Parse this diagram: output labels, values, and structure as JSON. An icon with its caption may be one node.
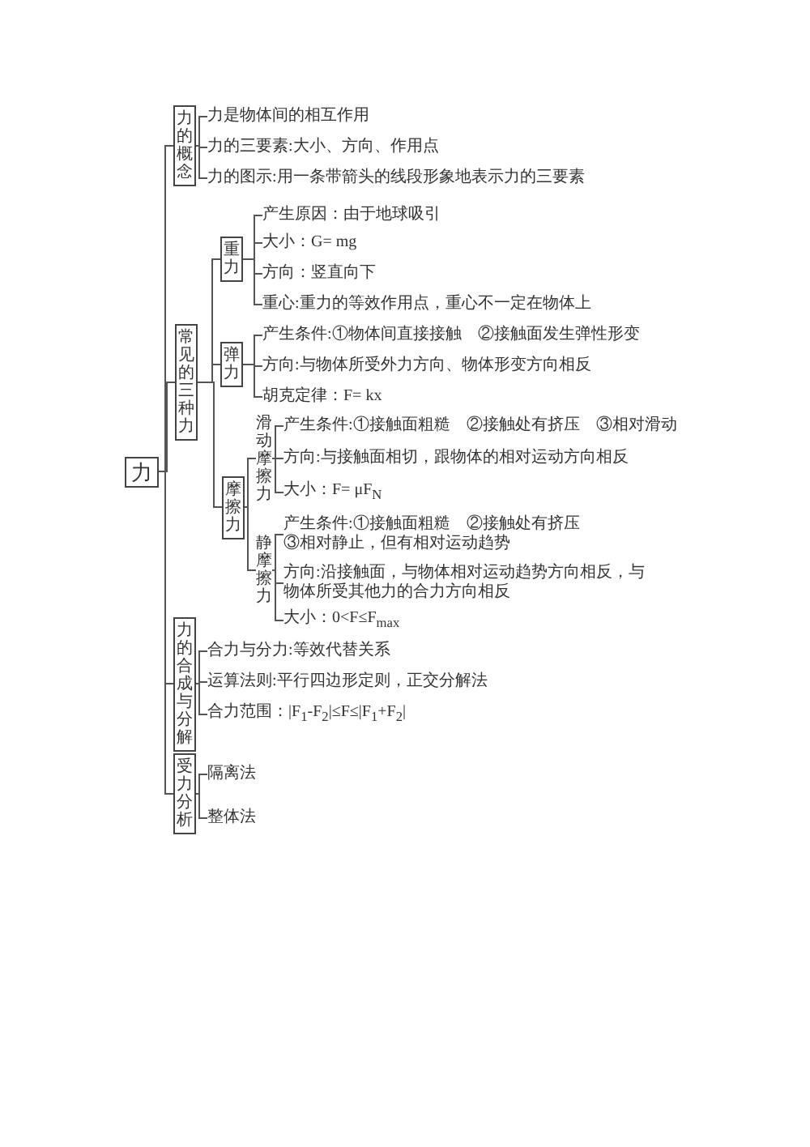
{
  "diagram": {
    "nodes": [
      {
        "text": [
          "力"
        ]
      },
      {
        "text": [
          "力的概念"
        ]
      },
      {
        "text": [
          "力是物体间的相互作用"
        ]
      },
      {
        "text": [
          "力的三要素:大小、方向、作用点"
        ]
      },
      {
        "text": [
          "力的图示:用一条带箭头的线段形象地表示力的三要素"
        ]
      },
      {
        "text": [
          "常见的三种力"
        ]
      },
      {
        "text": [
          "重力"
        ]
      },
      {
        "text": [
          "产生原因：由于地球吸引"
        ]
      },
      {
        "text": [
          "大小：G= mg"
        ]
      },
      {
        "text": [
          "方向：竖直向下"
        ]
      },
      {
        "text": [
          "重心:重力的等效作用点，重心不一定在物体上"
        ]
      },
      {
        "text": [
          "弹力"
        ]
      },
      {
        "text": [
          "产生条件:①物体间直接接触　②接触面发生弹性形变"
        ]
      },
      {
        "text": [
          "方向:与物体所受外力方向、物体形变方向相反"
        ]
      },
      {
        "text": [
          "胡克定律：F= kx"
        ]
      },
      {
        "text": [
          "摩擦力"
        ]
      },
      {
        "text": [
          "滑动摩擦力"
        ]
      },
      {
        "text": [
          "产生条件:①接触面粗糙　②接触处有挤压　③相对滑动"
        ]
      },
      {
        "text": [
          "方向:与接触面相切，跟物体的相对运动方向相反"
        ]
      },
      {
        "text": [
          "大小：F= μF$_{N}$"
        ]
      },
      {
        "text": [
          "静摩擦力"
        ]
      },
      {
        "text": [
          "产生条件:①接触面粗糙　②接触处有挤压　③相对静止，但有相对运动趋势"
        ]
      },
      {
        "text": [
          "方向:沿接触面，与物体相对运动趋势方向相反，与物体所受其他力的合力方向相反"
        ]
      },
      {
        "text": [
          "大小：0<F≤F$_{max}$"
        ]
      },
      {
        "text": [
          "力的合成与分解"
        ]
      },
      {
        "text": [
          "合力与分力:等效代替关系"
        ]
      },
      {
        "text": [
          "运算法则:平行四边形定则，正交分解法"
        ]
      },
      {
        "text": [
          "合力范围：|F$_{1}$-F$_{2}$|≤F≤|F$_{1}$+F$_{2}$|"
        ]
      },
      {
        "text": [
          "受力分析"
        ]
      },
      {
        "text": [
          "隔离法"
        ]
      },
      {
        "text": [
          "整体法"
        ]
      }
    ],
    "edges": [
      {
        "from": 0,
        "to": 1,
        "arrow": "none"
      },
      {
        "from": 0,
        "to": 5,
        "arrow": "none"
      },
      {
        "from": 0,
        "to": 24,
        "arrow": "none"
      },
      {
        "from": 0,
        "to": 28,
        "arrow": "none"
      },
      {
        "from": 1,
        "to": 2,
        "arrow": "none"
      },
      {
        "from": 1,
        "to": 3,
        "arrow": "none"
      },
      {
        "from": 1,
        "to": 4,
        "arrow": "none"
      },
      {
        "from": 5,
        "to": 6,
        "arrow": "none"
      },
      {
        "from": 5,
        "to": 11,
        "arrow": "none"
      },
      {
        "from": 5,
        "to": 15,
        "arrow": "none"
      },
      {
        "from": 6,
        "to": 7,
        "arrow": "none"
      },
      {
        "from": 6,
        "to": 8,
        "arrow": "none"
      },
      {
        "from": 6,
        "to": 9,
        "arrow": "none"
      },
      {
        "from": 6,
        "to": 10,
        "arrow": "none"
      },
      {
        "from": 11,
        "to": 12,
        "arrow": "none"
      },
      {
        "from": 11,
        "to": 13,
        "arrow": "none"
      },
      {
        "from": 11,
        "to": 14,
        "arrow": "none"
      },
      {
        "from": 15,
        "to": 16,
        "arrow": "none"
      },
      {
        "from": 15,
        "to": 20,
        "arrow": "none"
      },
      {
        "from": 16,
        "to": 17,
        "arrow": "none"
      },
      {
        "from": 16,
        "to": 18,
        "arrow": "none"
      },
      {
        "from": 16,
        "to": 19,
        "arrow": "none"
      },
      {
        "from": 20,
        "to": 21,
        "arrow": "none"
      },
      {
        "from": 20,
        "to": 22,
        "arrow": "none"
      },
      {
        "from": 20,
        "to": 23,
        "arrow": "none"
      },
      {
        "from": 24,
        "to": 25,
        "arrow": "none"
      },
      {
        "from": 24,
        "to": 26,
        "arrow": "none"
      },
      {
        "from": 24,
        "to": 27,
        "arrow": "none"
      },
      {
        "from": 28,
        "to": 29,
        "arrow": "none"
      },
      {
        "from": 28,
        "to": 30,
        "arrow": "none"
      }
    ]
  }
}
